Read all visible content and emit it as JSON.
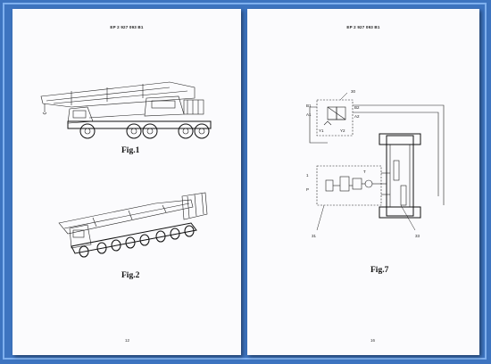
{
  "left_page": {
    "header": "EP 2 927 093 B1",
    "fig1_label": "Fig.1",
    "fig2_label": "Fig.2",
    "page_number": "12"
  },
  "right_page": {
    "header": "EP 2 927 093 B1",
    "fig7_label": "Fig.7",
    "page_number": "16",
    "refs": {
      "r30": "30",
      "r31": "31",
      "r33": "33",
      "b1": "B1",
      "a1": "A1",
      "b2": "B2",
      "a2": "A2",
      "y1": "Y1",
      "y2": "Y2",
      "p": "P",
      "t": "T",
      "one": "1"
    }
  }
}
